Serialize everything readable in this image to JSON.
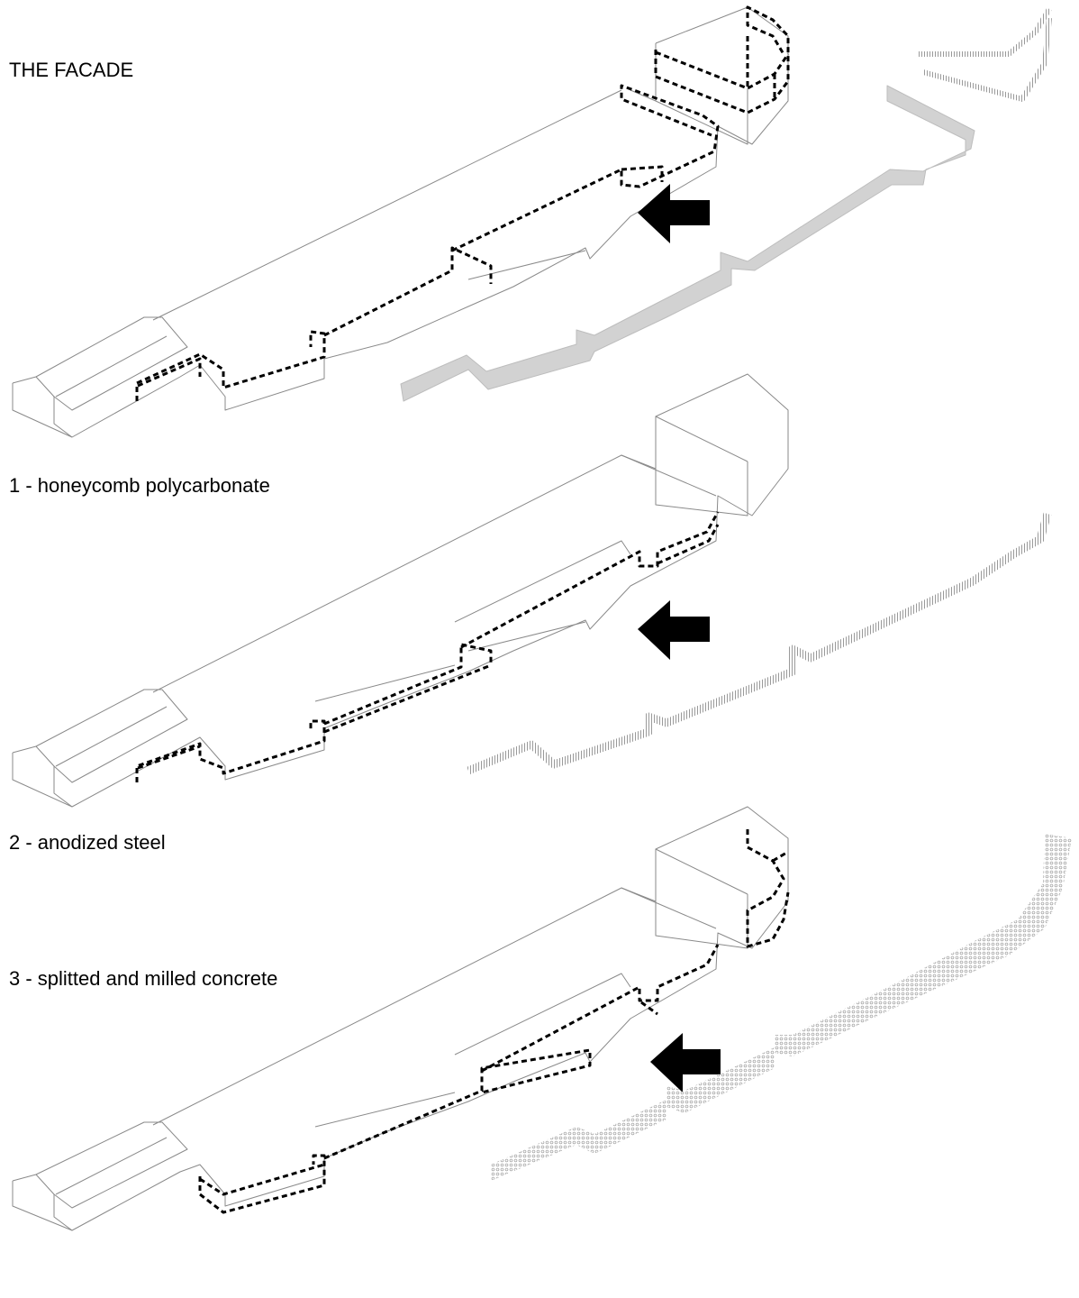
{
  "title": "THE FACADE",
  "options": [
    {
      "caption": "1 - honeycomb polycarbonate"
    },
    {
      "caption": "2 - anodized steel"
    },
    {
      "caption": "3 - splitted and milled concrete"
    }
  ],
  "colors": {
    "line": "#8a8a8a",
    "highlight": "#000000",
    "material": "#d2d2d2"
  },
  "icons": [
    "arrow-left-icon"
  ]
}
